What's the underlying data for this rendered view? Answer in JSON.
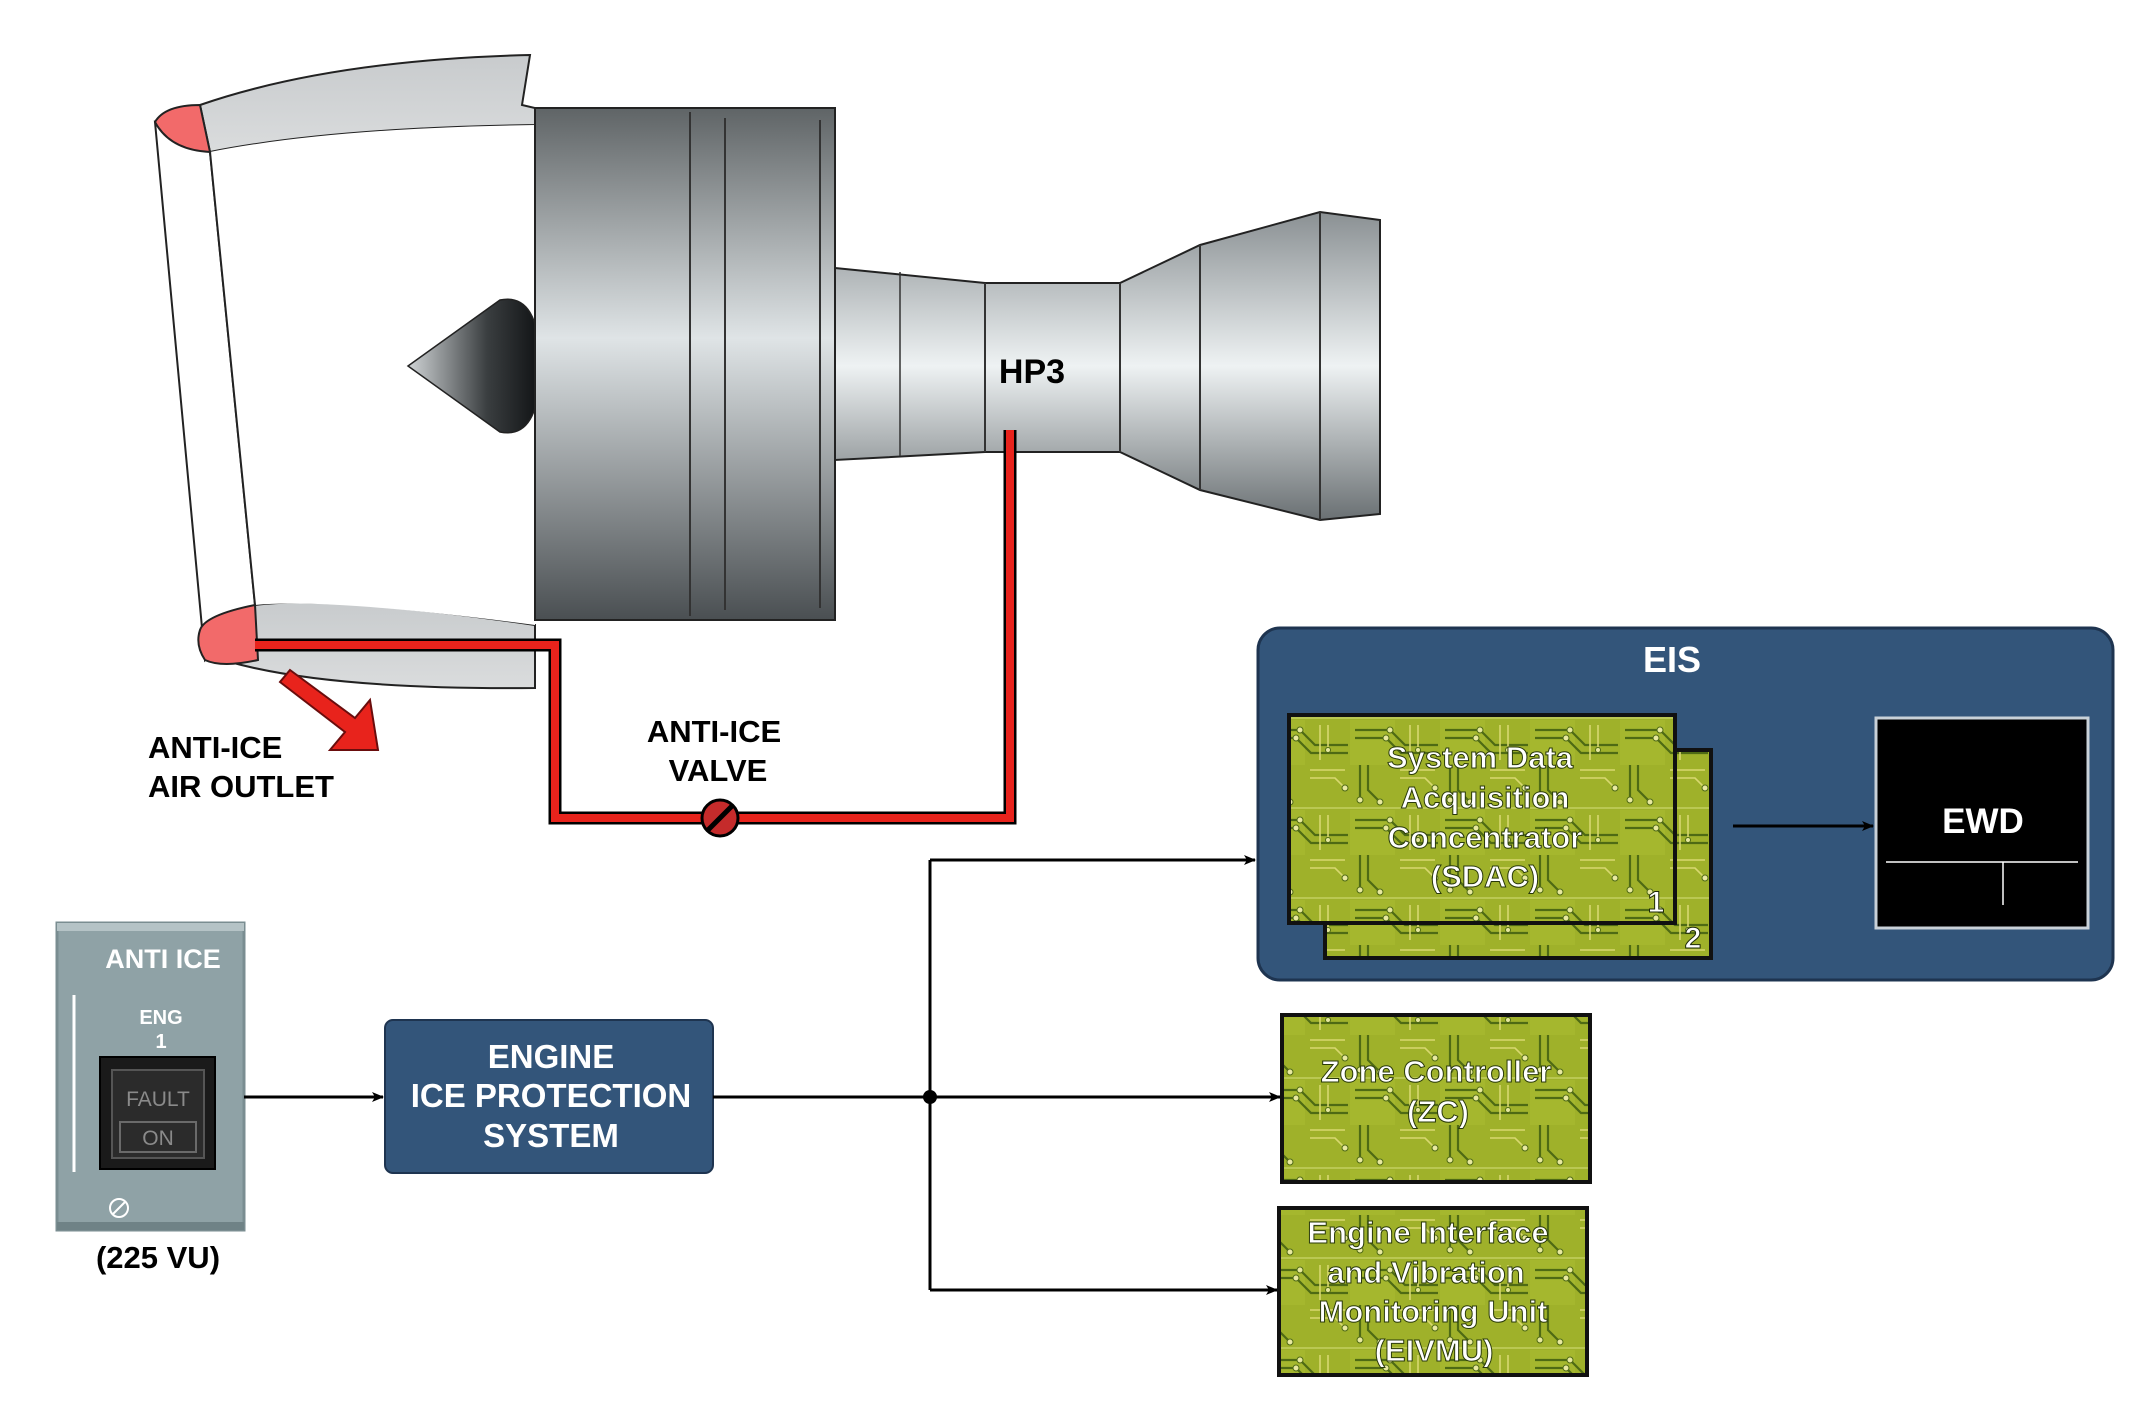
{
  "colors": {
    "anti_ice_duct": "#e8231c",
    "eis_box": "#33557a",
    "eips_box": "#33557a",
    "circuit_board": "#9eb028",
    "panel": "#8fa2a6",
    "ewd": "#000000"
  },
  "engine": {
    "hp3_label": "HP3"
  },
  "labels": {
    "anti_ice_air_outlet": [
      "ANTI-ICE",
      "AIR OUTLET"
    ],
    "anti_ice_valve": [
      "ANTI-ICE",
      "VALVE"
    ]
  },
  "panel": {
    "title": "ANTI ICE",
    "eng_label": "ENG",
    "eng_number": "1",
    "fault_label": "FAULT",
    "on_label": "ON",
    "location": "(225 VU)"
  },
  "eips": {
    "lines": [
      "ENGINE",
      "ICE PROTECTION",
      "SYSTEM"
    ]
  },
  "eis": {
    "title": "EIS",
    "sdac_lines": [
      "System Data",
      "Acquisition",
      "Concentrator",
      "(SDAC)"
    ],
    "sdac_1": "1",
    "sdac_2": "2",
    "ewd_label": "EWD"
  },
  "zc": {
    "lines": [
      "Zone Controller",
      "(ZC)"
    ]
  },
  "eivmu": {
    "lines": [
      "Engine Interface",
      "and Vibration",
      "Monitoring Unit",
      "(EIVMU)"
    ]
  }
}
